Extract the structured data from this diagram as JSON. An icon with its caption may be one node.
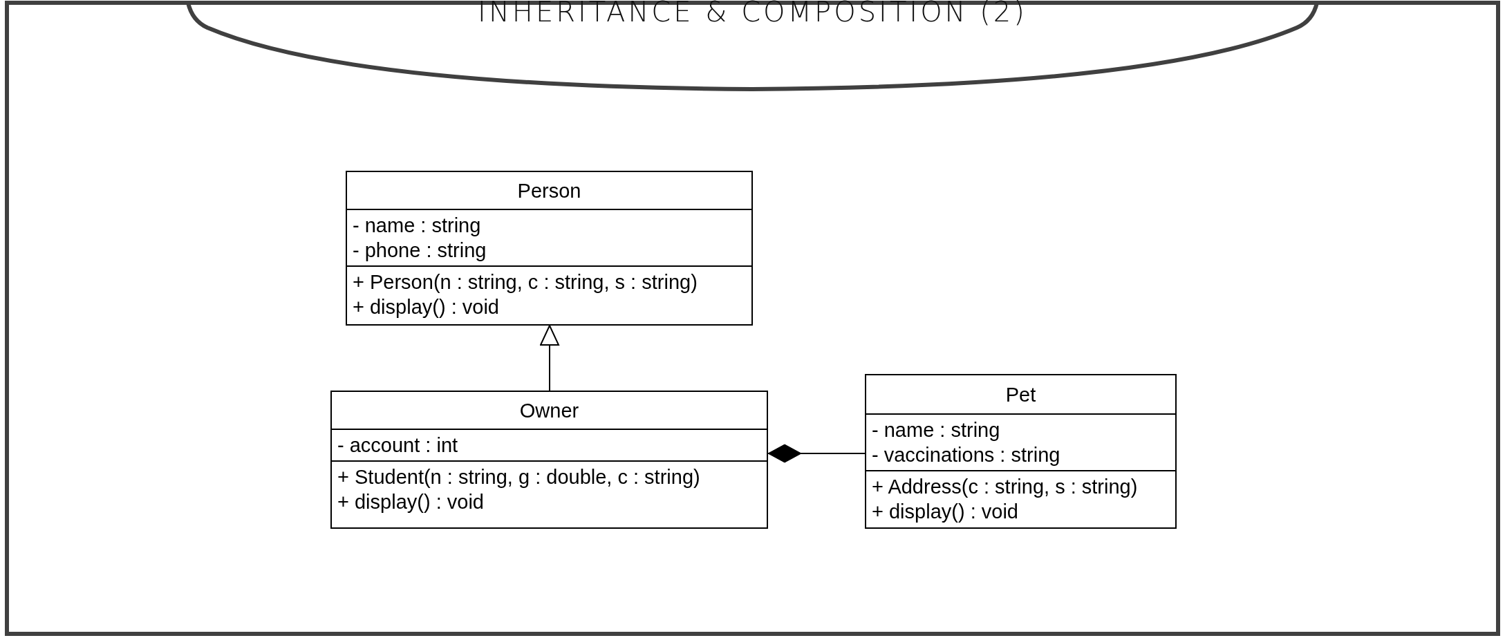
{
  "diagram": {
    "title": "INHERITANCE & COMPOSITION (2)",
    "nodes": [
      {
        "text": [
          "Person",
          "- name : string",
          "- phone : string",
          "+ Person(n : string, c : string, s : string)",
          "+ display() : void"
        ]
      },
      {
        "text": [
          "Owner",
          "- account : int",
          "+ Student(n : string, g : double, c : string)",
          "+ display() : void"
        ]
      },
      {
        "text": [
          "Pet",
          "- name : string",
          "- vaccinations : string",
          "+ Address(c : string, s : string)",
          "+ display() : void"
        ]
      }
    ],
    "edges": [
      {
        "from": 1,
        "to": 0,
        "arrow": "to"
      },
      {
        "from": 2,
        "to": 1,
        "arrow": "other"
      }
    ]
  }
}
